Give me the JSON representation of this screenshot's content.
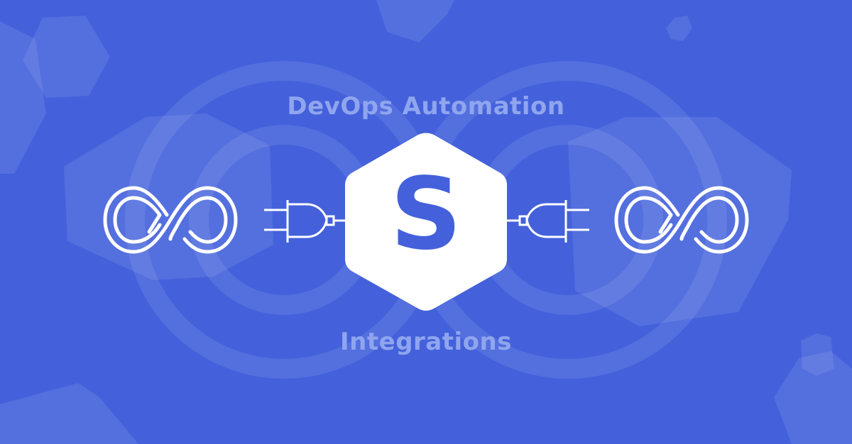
{
  "banner": {
    "heading": "DevOps Automation",
    "subheading": "Integrations",
    "center_logo_letter": "S"
  },
  "icons": {
    "left": "infinity-loop-icon",
    "left_plug": "plug-icon",
    "center": "hexagon-logo-icon",
    "right_plug": "plug-icon",
    "right": "infinity-loop-icon"
  },
  "colors": {
    "background": "#4461db",
    "text": "#8fa5ee",
    "foreground": "#ffffff"
  }
}
